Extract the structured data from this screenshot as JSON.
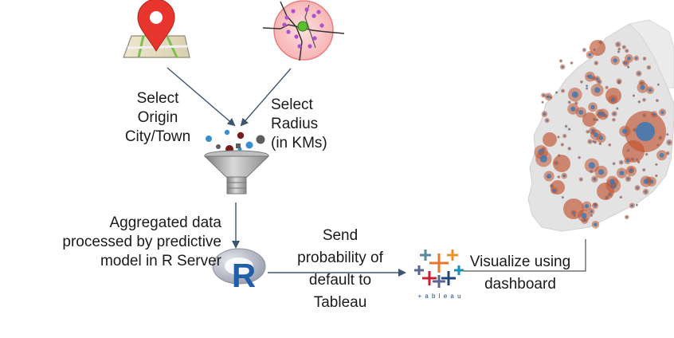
{
  "labels": {
    "select_origin": [
      "Select",
      "Origin",
      "City/Town"
    ],
    "select_radius": [
      "Select",
      "Radius",
      "(in KMs)"
    ],
    "aggregated": [
      "Aggregated data",
      "processed by predictive",
      "model in R Server"
    ],
    "send": [
      "Send",
      "probability of",
      "default to",
      "Tableau"
    ],
    "visualize": [
      "Visualize using",
      "dashboard"
    ]
  },
  "logos": {
    "r_letter": "R",
    "tableau_word": "+ a b l e a u"
  },
  "icons": [
    "map-pin-icon",
    "radius-map-icon",
    "funnel-icon",
    "r-logo-icon",
    "tableau-logo-icon",
    "ireland-bubble-map"
  ],
  "colors": {
    "pin_red": "#e8352d",
    "arrow": "#3d5670",
    "bubble_fill": "#c0532f",
    "bubble_core": "#3b77b4",
    "map_land": "#e3e3e3",
    "funnel_grey": "#9a9a9a",
    "r_blue": "#1f5ea8"
  }
}
